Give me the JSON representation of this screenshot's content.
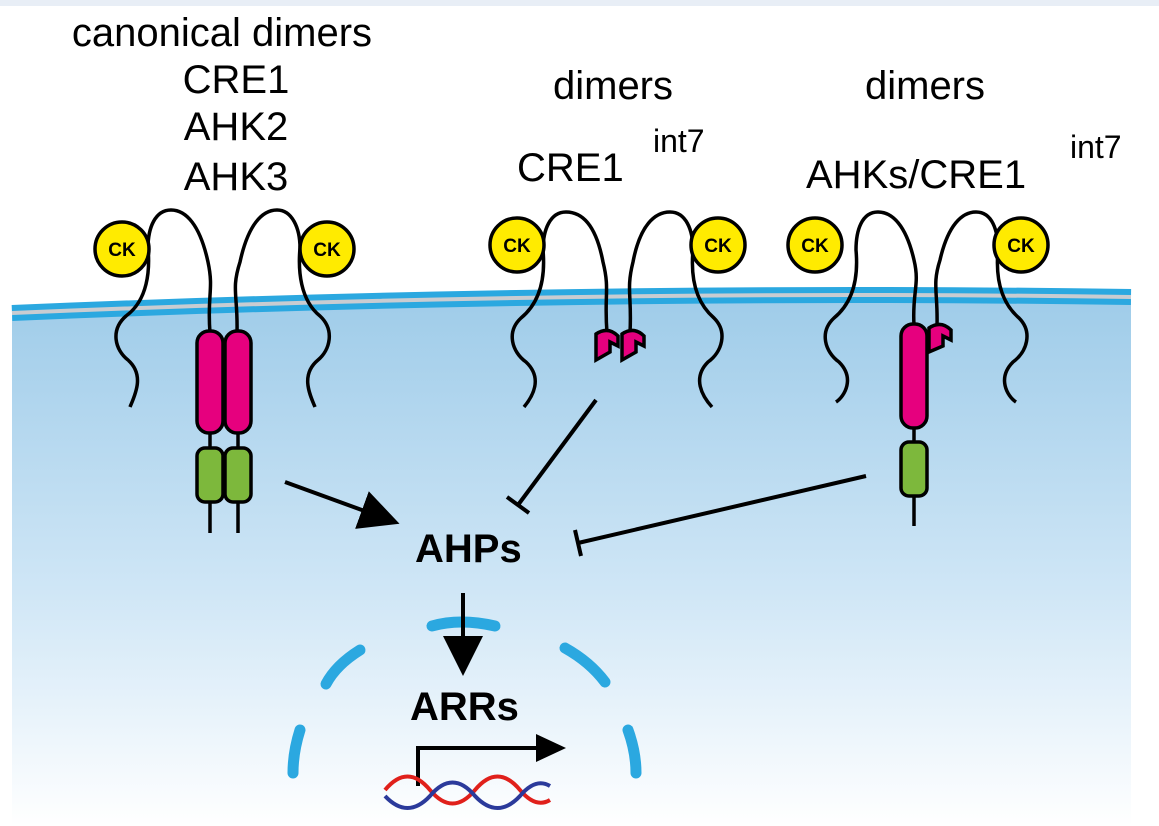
{
  "labels": {
    "canonical": [
      "canonical dimers",
      "CRE1",
      "AHK2",
      "AHK3"
    ],
    "int7_title": "dimers",
    "int7_name": "CRE1",
    "int7_sup": "int7",
    "hetero_title": "dimers",
    "hetero_name": "AHKs/CRE1",
    "hetero_sup": "int7",
    "ck": "CK",
    "ahps": "AHPs",
    "arrs": "ARRs"
  },
  "colors": {
    "membrane": "#2BA8E0",
    "cytoplasm_top": "#9FCCE9",
    "cytoplasm_bottom": "#FFFFFF",
    "receptor_tm": "#E6007E",
    "receptor_kinase": "#7DB83C",
    "ligand": "#FFEB00",
    "dna_red": "#E0201B",
    "dna_blue": "#2B3A9B"
  }
}
